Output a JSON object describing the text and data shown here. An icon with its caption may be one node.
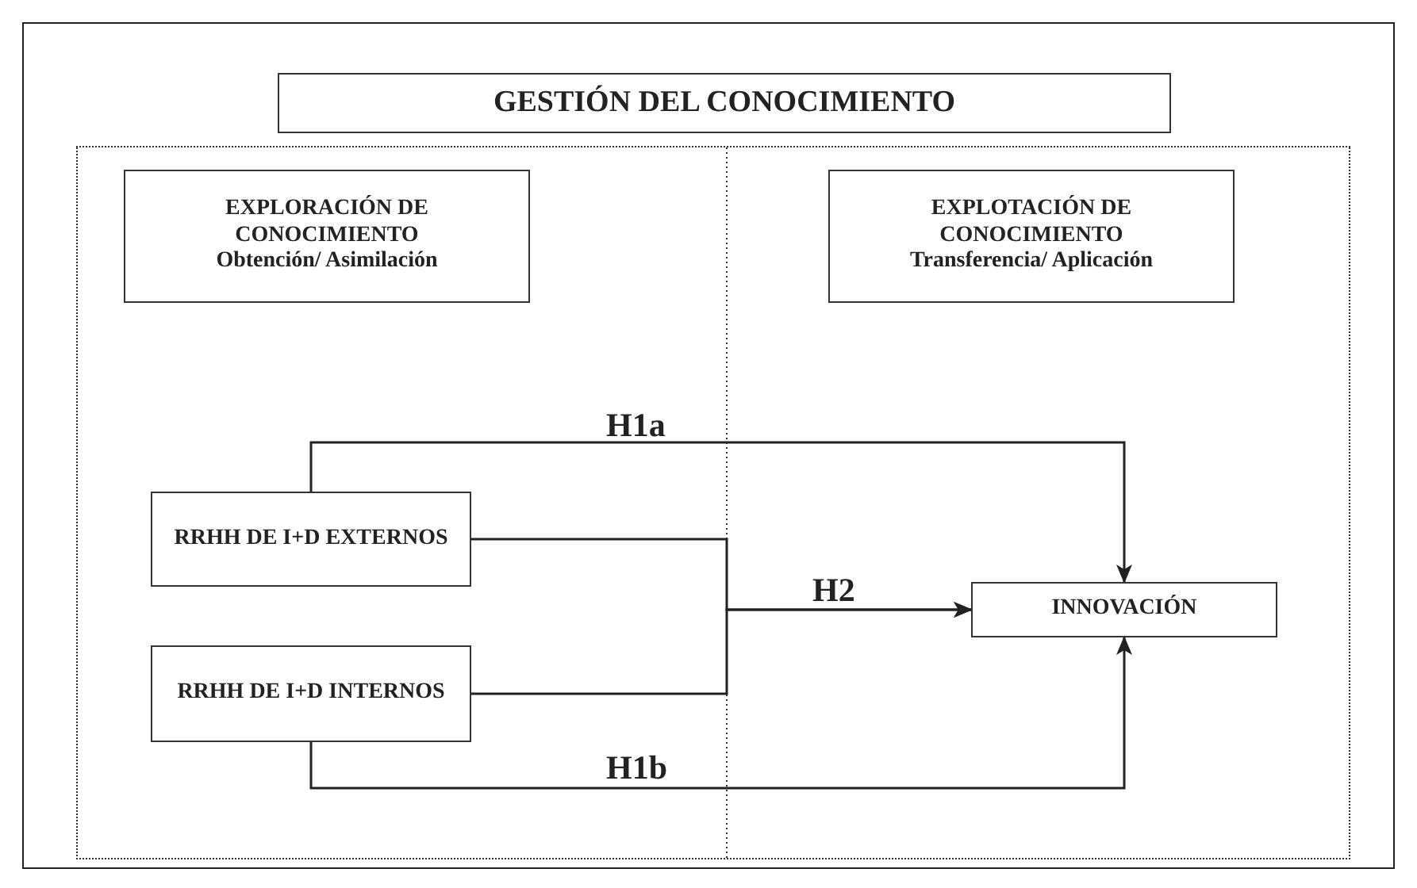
{
  "diagram": {
    "nodes": [
      {
        "text": [
          "GESTIÓN DEL CONOCIMIENTO"
        ]
      },
      {
        "text": [
          "EXPLORACIÓN DE CONOCIMIENTO",
          "Obtención/ Asimilación"
        ]
      },
      {
        "text": [
          "EXPLOTACIÓN DE CONOCIMIENTO",
          "Transferencia/ Aplicación"
        ]
      },
      {
        "text": [
          "RRHH DE I+D EXTERNOS"
        ]
      },
      {
        "text": [
          "RRHH DE I+D INTERNOS"
        ]
      },
      {
        "text": [
          "INNOVACIÓN"
        ]
      }
    ],
    "edges": [
      {
        "from": 3,
        "to": 5,
        "arrow": "to",
        "label": "H1a"
      },
      {
        "from": 3,
        "to": 5,
        "arrow": "to",
        "label": "H2"
      },
      {
        "from": 4,
        "to": 5,
        "arrow": "to"
      },
      {
        "from": 4,
        "to": 5,
        "arrow": "to",
        "label": "H1b"
      }
    ]
  }
}
